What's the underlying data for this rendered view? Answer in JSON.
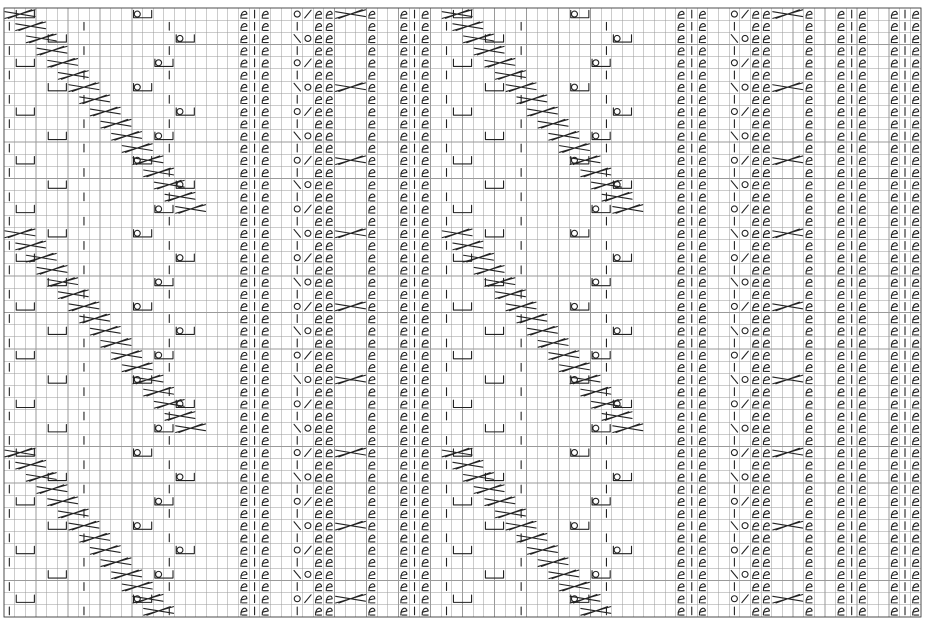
{
  "chart": {
    "type": "knitting-chart",
    "stitches": 86,
    "rows": 50
  },
  "legend_symbols": {
    "knit": "vertical-bar",
    "purl_twisted": "twisted-loop",
    "yarn_over": "circle",
    "k2tog": "right-slant",
    "ssk": "left-slant",
    "slip_float": "hook-bracket",
    "cable_cross": "crossed-lines"
  }
}
